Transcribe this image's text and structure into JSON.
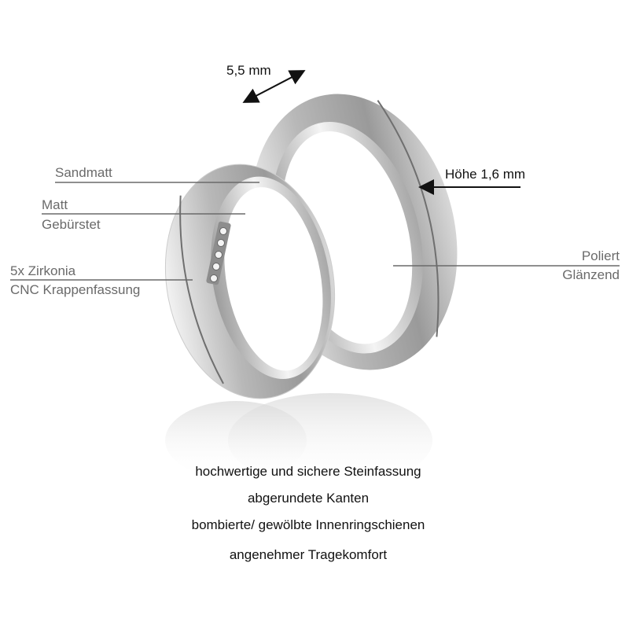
{
  "dimensions": {
    "width": "5,5 mm",
    "height": "Höhe 1,6 mm"
  },
  "labels": {
    "sandmatt": "Sandmatt",
    "matt": "Matt",
    "gebuerstet": "Gebürstet",
    "zirkonia": "5x Zirkonia",
    "cnc": "CNC Krappenfassung",
    "poliert": "Poliert",
    "glaenzend": "Glänzend"
  },
  "features": [
    "hochwertige und sichere Steinfassung",
    "abgerundete Kanten",
    "bombierte/ gewölbte Innenringschienen",
    "angenehmer Tragekomfort"
  ],
  "colors": {
    "label_text": "#6a6a6a",
    "metal_light": "#e6e6e6",
    "metal_dark": "#8a8a8a"
  }
}
